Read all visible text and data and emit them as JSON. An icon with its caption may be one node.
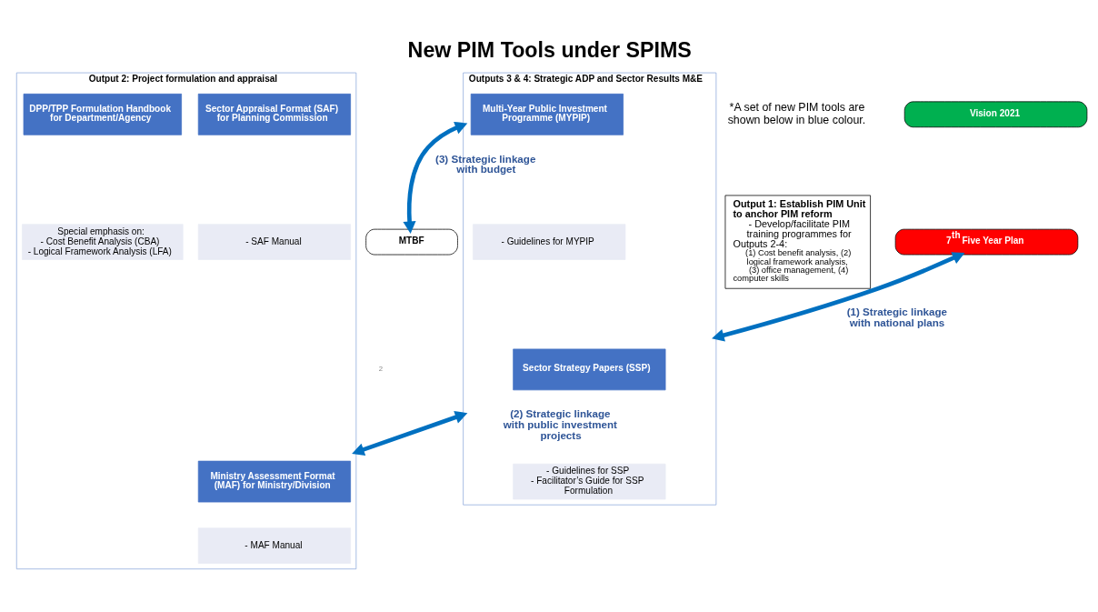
{
  "diagram": {
    "title": "New PIM Tools under SPIMS",
    "nodes": [
      {
        "text": [
          "Vision 2021"
        ]
      },
      {
        "text": [
          "7$^{th}$ Five Year Plan"
        ]
      },
      {
        "text": [
          "Output 1: Establish PIM Unit to anchor PIM reform",
          "- Develop/facilitate PIM training programmes for Outputs 2-4:",
          "(1) Cost benefit analysis, (2) logical framework analysis, (3) office management, (4) computer skills"
        ]
      },
      {
        "text": [
          "Outputs 3 & 4: Strategic ADP and Sector Results M&E"
        ]
      },
      {
        "text": [
          "Sector Strategy Papers (SSP)"
        ],
        "in": 3
      },
      {
        "text": [
          "- Guidelines for SSP",
          "- Facilitator’s Guide for SSP Formulation"
        ],
        "in": 3
      },
      {
        "text": [
          "Multi-Year Public Investment Programme (MYPIP)"
        ],
        "in": 3
      },
      {
        "text": [
          "- Guidelines for MYPIP"
        ],
        "in": 3
      },
      {
        "text": [
          "MTBF"
        ]
      },
      {
        "text": [
          "Output 2: Project formulation and appraisal"
        ]
      },
      {
        "text": [
          "Sector Appraisal Format (SAF) for Planning Commission"
        ],
        "in": 9
      },
      {
        "text": [
          "- SAF Manual"
        ],
        "in": 9
      },
      {
        "text": [
          "Ministry Assessment Format (MAF) for Ministry/Division"
        ],
        "in": 9
      },
      {
        "text": [
          "- MAF Manual"
        ],
        "in": 9
      },
      {
        "text": [
          "DPP/TPP Formulation Handbook for Department/Agency"
        ],
        "in": 9
      },
      {
        "text": [
          "Special emphasis on:",
          "- Cost Benefit Analysis (CBA)",
          "- Logical Framework Analysis (LFA)"
        ],
        "in": 9
      }
    ],
    "edges": [
      {
        "from": 1,
        "to": 3,
        "arrow": "both",
        "label": "(1) Strategic linkage with national plans"
      },
      {
        "from": 3,
        "to": 8,
        "arrow": "both",
        "label": "(3) Strategic linkage with budget"
      },
      {
        "from": 3,
        "to": 9,
        "arrow": "both",
        "label": "(2) Strategic linkage with public investment projects"
      }
    ],
    "labels": [
      "*A set of new PIM tools are shown below in blue colour.",
      "2"
    ]
  }
}
